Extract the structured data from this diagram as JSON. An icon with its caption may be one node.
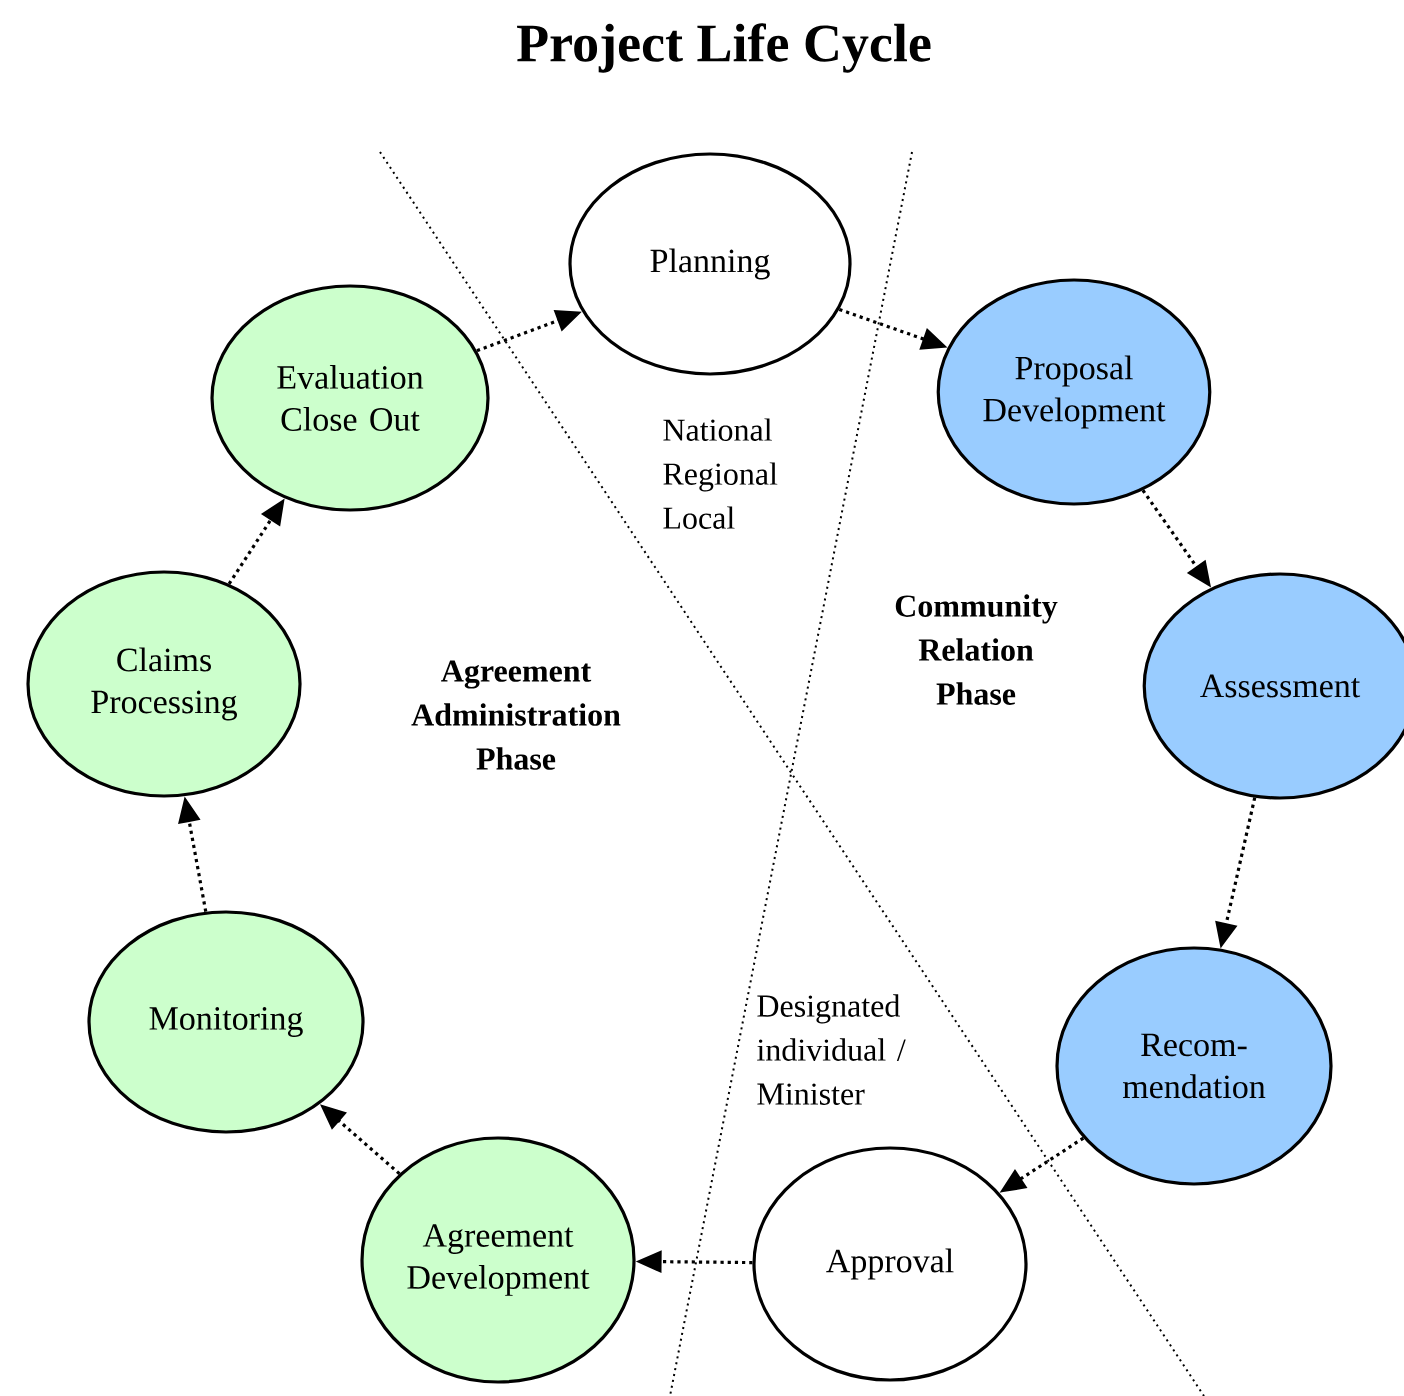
{
  "diagram": {
    "title": "Project Life Cycle",
    "nodes": [
      {
        "text": [
          "Planning"
        ]
      },
      {
        "text": [
          "Proposal Development"
        ]
      },
      {
        "text": [
          "Assessment"
        ]
      },
      {
        "text": [
          "Recom- mendation"
        ]
      },
      {
        "text": [
          "Approval"
        ]
      },
      {
        "text": [
          "Agreement Development"
        ]
      },
      {
        "text": [
          "Monitoring"
        ]
      },
      {
        "text": [
          "Claims Processing"
        ]
      },
      {
        "text": [
          "Evaluation Close Out"
        ]
      }
    ],
    "edges": [
      {
        "from": 8,
        "to": 0,
        "arrow": "to"
      },
      {
        "from": 0,
        "to": 1,
        "arrow": "to"
      },
      {
        "from": 1,
        "to": 2,
        "arrow": "to"
      },
      {
        "from": 2,
        "to": 3,
        "arrow": "to"
      },
      {
        "from": 3,
        "to": 4,
        "arrow": "to"
      },
      {
        "from": 4,
        "to": 5,
        "arrow": "to"
      },
      {
        "from": 5,
        "to": 6,
        "arrow": "to"
      },
      {
        "from": 6,
        "to": 7,
        "arrow": "to"
      },
      {
        "from": 7,
        "to": 8,
        "arrow": "to"
      }
    ],
    "labels": [
      "National Regional Local",
      "Community Relation Phase",
      "Agreement Administration Phase",
      "Designated individual / Minister"
    ]
  }
}
